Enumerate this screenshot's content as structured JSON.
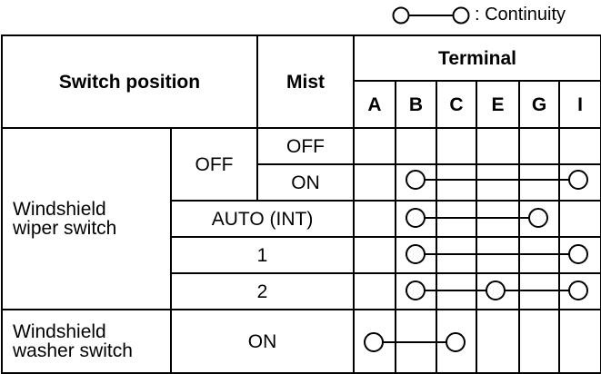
{
  "legend": {
    "symbol": "continuity-symbol",
    "text": ": Continuity"
  },
  "header": {
    "switch_position": "Switch position",
    "mist": "Mist",
    "terminal": "Terminal",
    "terminals": [
      "A",
      "B",
      "C",
      "E",
      "G",
      "I"
    ]
  },
  "rows": {
    "wiper_group": [
      "Windshield",
      "wiper switch"
    ],
    "washer_group": [
      "Windshield",
      "washer switch"
    ],
    "off": "OFF",
    "mist_off": "OFF",
    "mist_on": "ON",
    "auto_int": "AUTO (INT)",
    "one": "1",
    "two": "2",
    "washer_on": "ON"
  },
  "continuity": [
    {
      "row": "OFF / Mist ON",
      "terminals": [
        "B",
        "I"
      ]
    },
    {
      "row": "AUTO (INT)",
      "terminals": [
        "B",
        "G"
      ]
    },
    {
      "row": "1",
      "terminals": [
        "B",
        "I"
      ]
    },
    {
      "row": "2",
      "terminals": [
        "B",
        "E",
        "I"
      ]
    },
    {
      "row": "Windshield washer switch ON",
      "terminals": [
        "A",
        "C"
      ]
    }
  ]
}
